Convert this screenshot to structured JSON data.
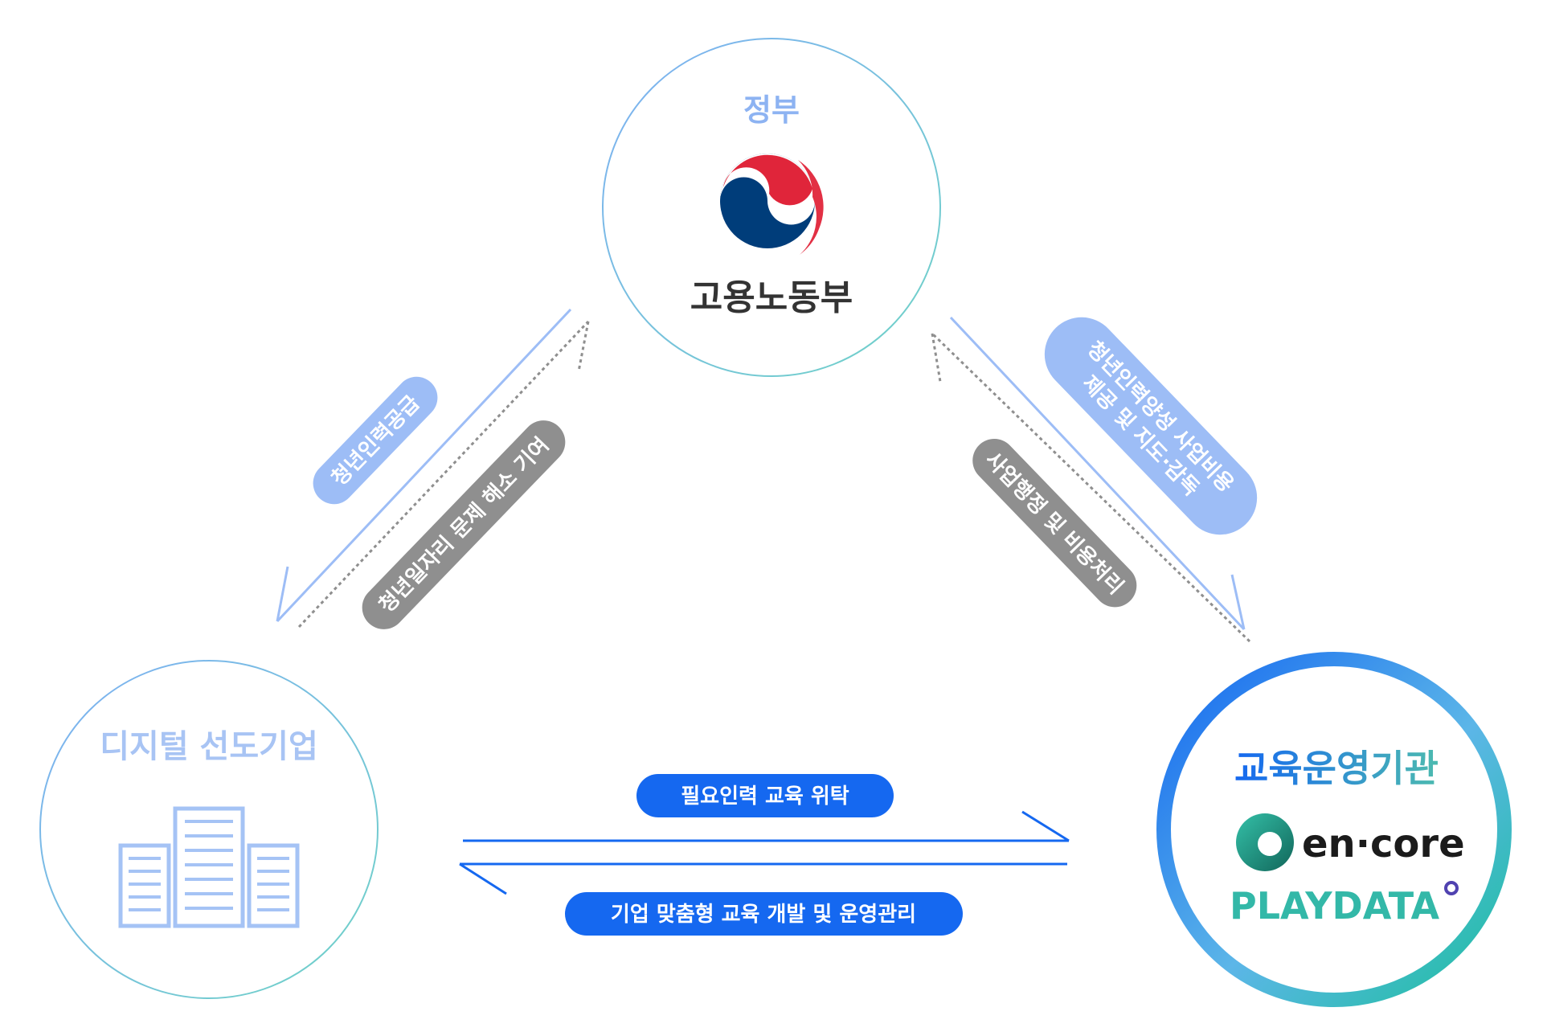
{
  "nodes": {
    "government": {
      "title": "정부",
      "ministry": "고용노동부"
    },
    "company": {
      "title": "디지털 선도기업"
    },
    "institution": {
      "title": "교육운영기관",
      "logo_encore": "en·core",
      "logo_playdata": "PLAYDATA"
    }
  },
  "flows": {
    "gov_to_company": "청년인력공급",
    "company_to_gov": "청년일자리 문제 해소 기여",
    "gov_to_institution_line1": "청년인력양성 사업비용",
    "gov_to_institution_line2": "제공 및 지도·감독",
    "institution_to_gov": "사업행정 및 비용처리",
    "company_to_institution": "필요인력 교육 위탁",
    "institution_to_company": "기업 맞춤형 교육 개발 및 운영관리"
  },
  "colors": {
    "light_blue": "#9dbdf6",
    "dark_gray": "#8f8f8f",
    "bright_blue": "#1568f0",
    "teal": "#1dbf9d",
    "taeguk_blue": "#003d7a",
    "taeguk_red": "#e0253a",
    "encore_green": "#1a8a73",
    "playdata_teal": "#33b8a8",
    "playdata_purple": "#5042b0"
  }
}
